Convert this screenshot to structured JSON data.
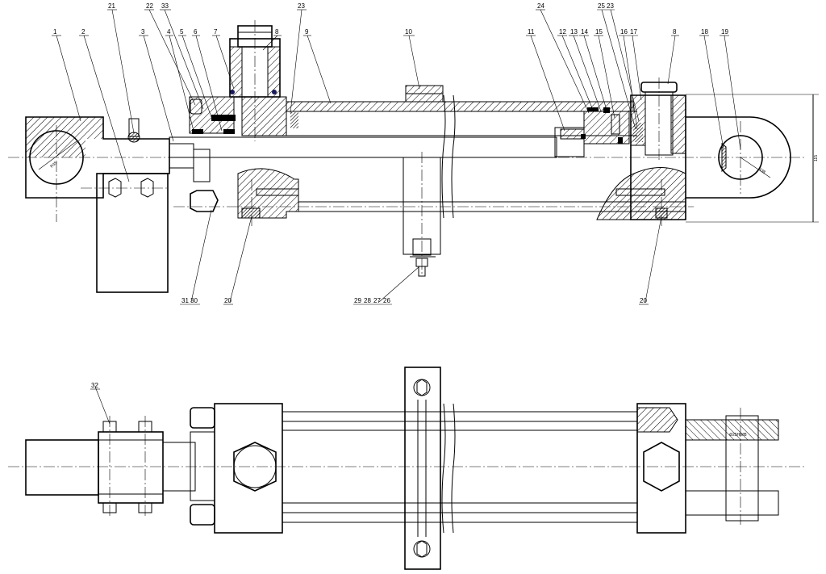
{
  "title": "",
  "callouts": {
    "c1": "1",
    "c2": "2",
    "c3": "3",
    "c4": "4",
    "c5": "5",
    "c6": "6",
    "c7": "7",
    "c8a": "8",
    "c8b": "8",
    "c9": "9",
    "c10": "10",
    "c11": "11",
    "c12": "12",
    "c13": "13",
    "c14": "14",
    "c15": "15",
    "c16": "16",
    "c17": "17",
    "c18": "18",
    "c19": "19",
    "c20a": "20",
    "c20b": "20",
    "c21": "21",
    "c22": "22",
    "c23a": "23",
    "c23b": "23",
    "c24": "24",
    "c25": "25",
    "c26": "26",
    "c27": "27",
    "c28": "28",
    "c29": "29",
    "c30": "30",
    "c31": "31",
    "c32": "32",
    "c33": "33"
  },
  "dimensions": {
    "rod_eye_radius": "R35",
    "pin_eye_radius": "R38",
    "overall_height": "115",
    "pin_fit": "Φ25H8/f8"
  }
}
